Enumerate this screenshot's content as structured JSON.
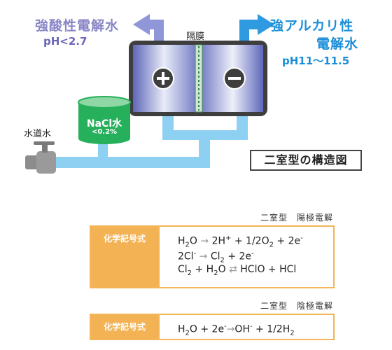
{
  "diagram": {
    "acid_water_label": "強酸性電解水",
    "acid_ph": "pH<2.7",
    "alkaline_label_line1": "強アルカリ性",
    "alkaline_label_line2": "電解水",
    "alkaline_ph": "pH11～11.5",
    "membrane_label": "隔膜",
    "tap_label": "水道水",
    "nacl_label": "NaCl水",
    "nacl_concentration": "<0.2%",
    "anode_symbol": "+",
    "cathode_symbol": "−",
    "title_box": "二室型の構造図",
    "colors": {
      "acid_arrow": "#8f97d8",
      "alkaline_arrow": "#2f9ae0",
      "pipe": "#8ed0f2",
      "nacl_tank": "#26b05c"
    }
  },
  "anode_table": {
    "caption": "二室型　陽極電解",
    "header": "化学記号式",
    "equations": [
      {
        "pre": "H",
        "s1": "2",
        "mid": "O ",
        "arrow": "→",
        "rest": " 2H",
        "sup": "+",
        "tail": " + 1/2O",
        "s2": "2",
        "end": " + 2e",
        "sup2": "-"
      },
      {
        "pre": "2Cl",
        "sup": "-",
        "arrow": "→",
        "rest": " Cl",
        "s1": "2",
        "end": " + 2e",
        "sup2": "-"
      },
      {
        "pre": "Cl",
        "s1": "2",
        "mid": " + H",
        "s2": "2",
        "tail": "O ",
        "arrow": "⇄",
        "end": " HClO + HCl"
      }
    ]
  },
  "cathode_table": {
    "caption": "二室型　陰極電解",
    "header": "化学記号式",
    "equation": {
      "pre": "H",
      "s1": "2",
      "mid": "O + 2e",
      "sup": "-",
      "arrow": "→",
      "rest": "OH",
      "sup2": "-",
      "end": " + 1/2H",
      "s2": "2"
    }
  }
}
